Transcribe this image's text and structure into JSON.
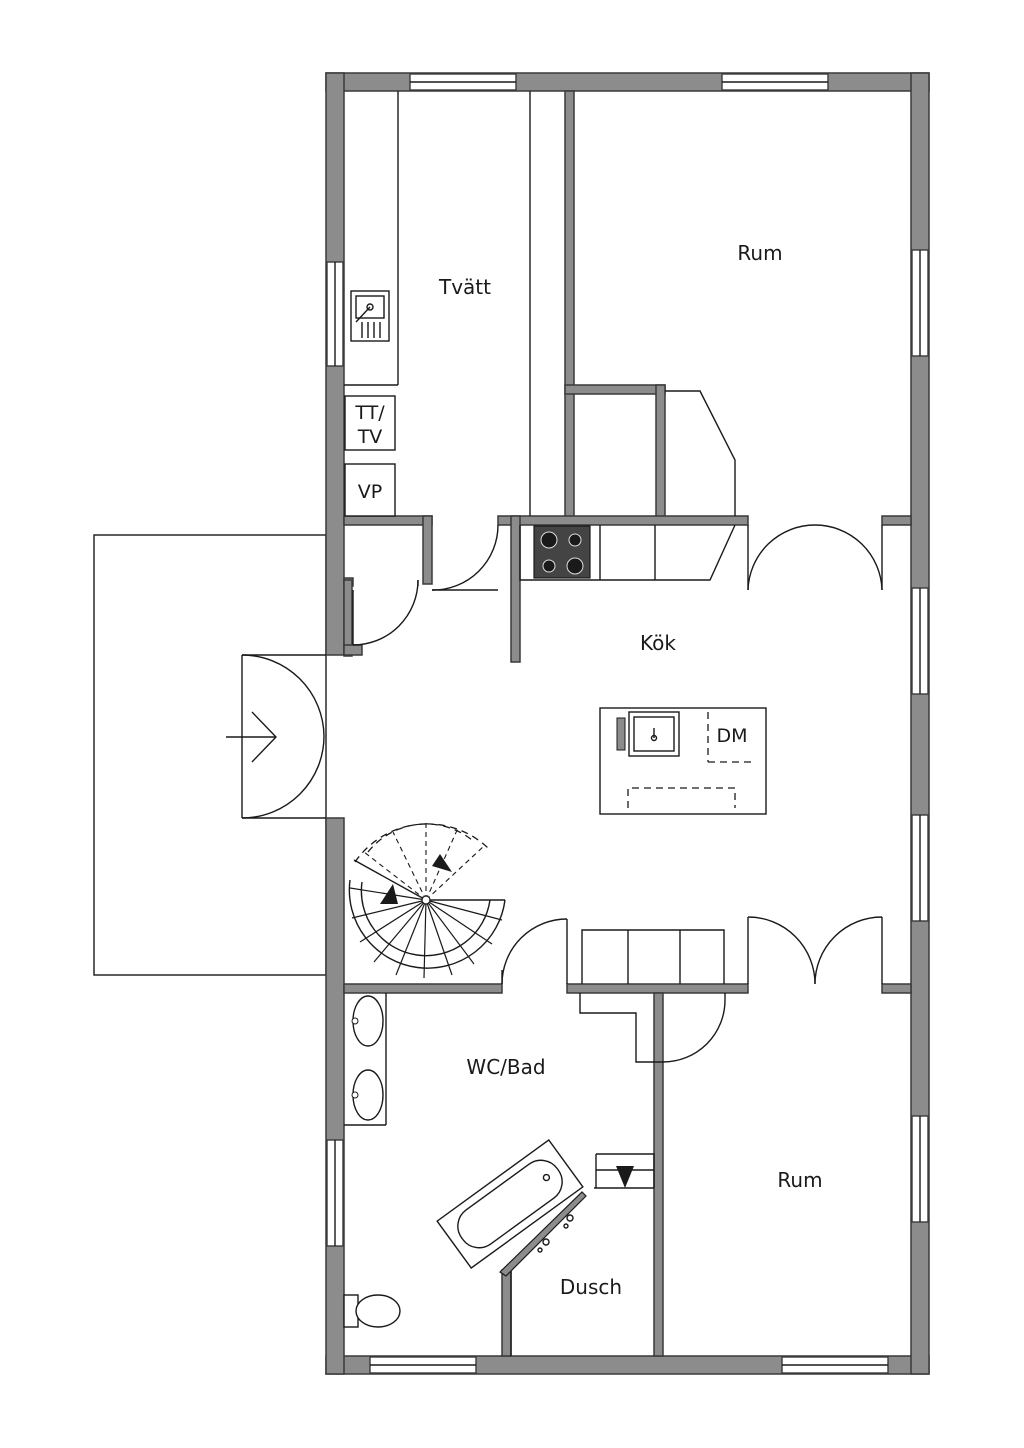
{
  "rooms": {
    "tvatt": "Tvätt",
    "rum_top": "Rum",
    "kok": "Kök",
    "wc_bad": "WC/Bad",
    "rum_bottom": "Rum",
    "dusch": "Dusch"
  },
  "fixtures": {
    "tt_tv_line1": "TT/",
    "tt_tv_line2": "TV",
    "vp": "VP",
    "dm": "DM"
  },
  "icons": {
    "entrance": "entrance-arrow-icon",
    "stair": "spiral-stair-icon",
    "sink": "sink-icon",
    "stove": "stove-icon",
    "toilet": "toilet-icon",
    "bathtub": "bathtub-icon"
  },
  "colors": {
    "wall": "#8c8c8c",
    "line": "#1a1a1a",
    "stove": "#444444"
  }
}
